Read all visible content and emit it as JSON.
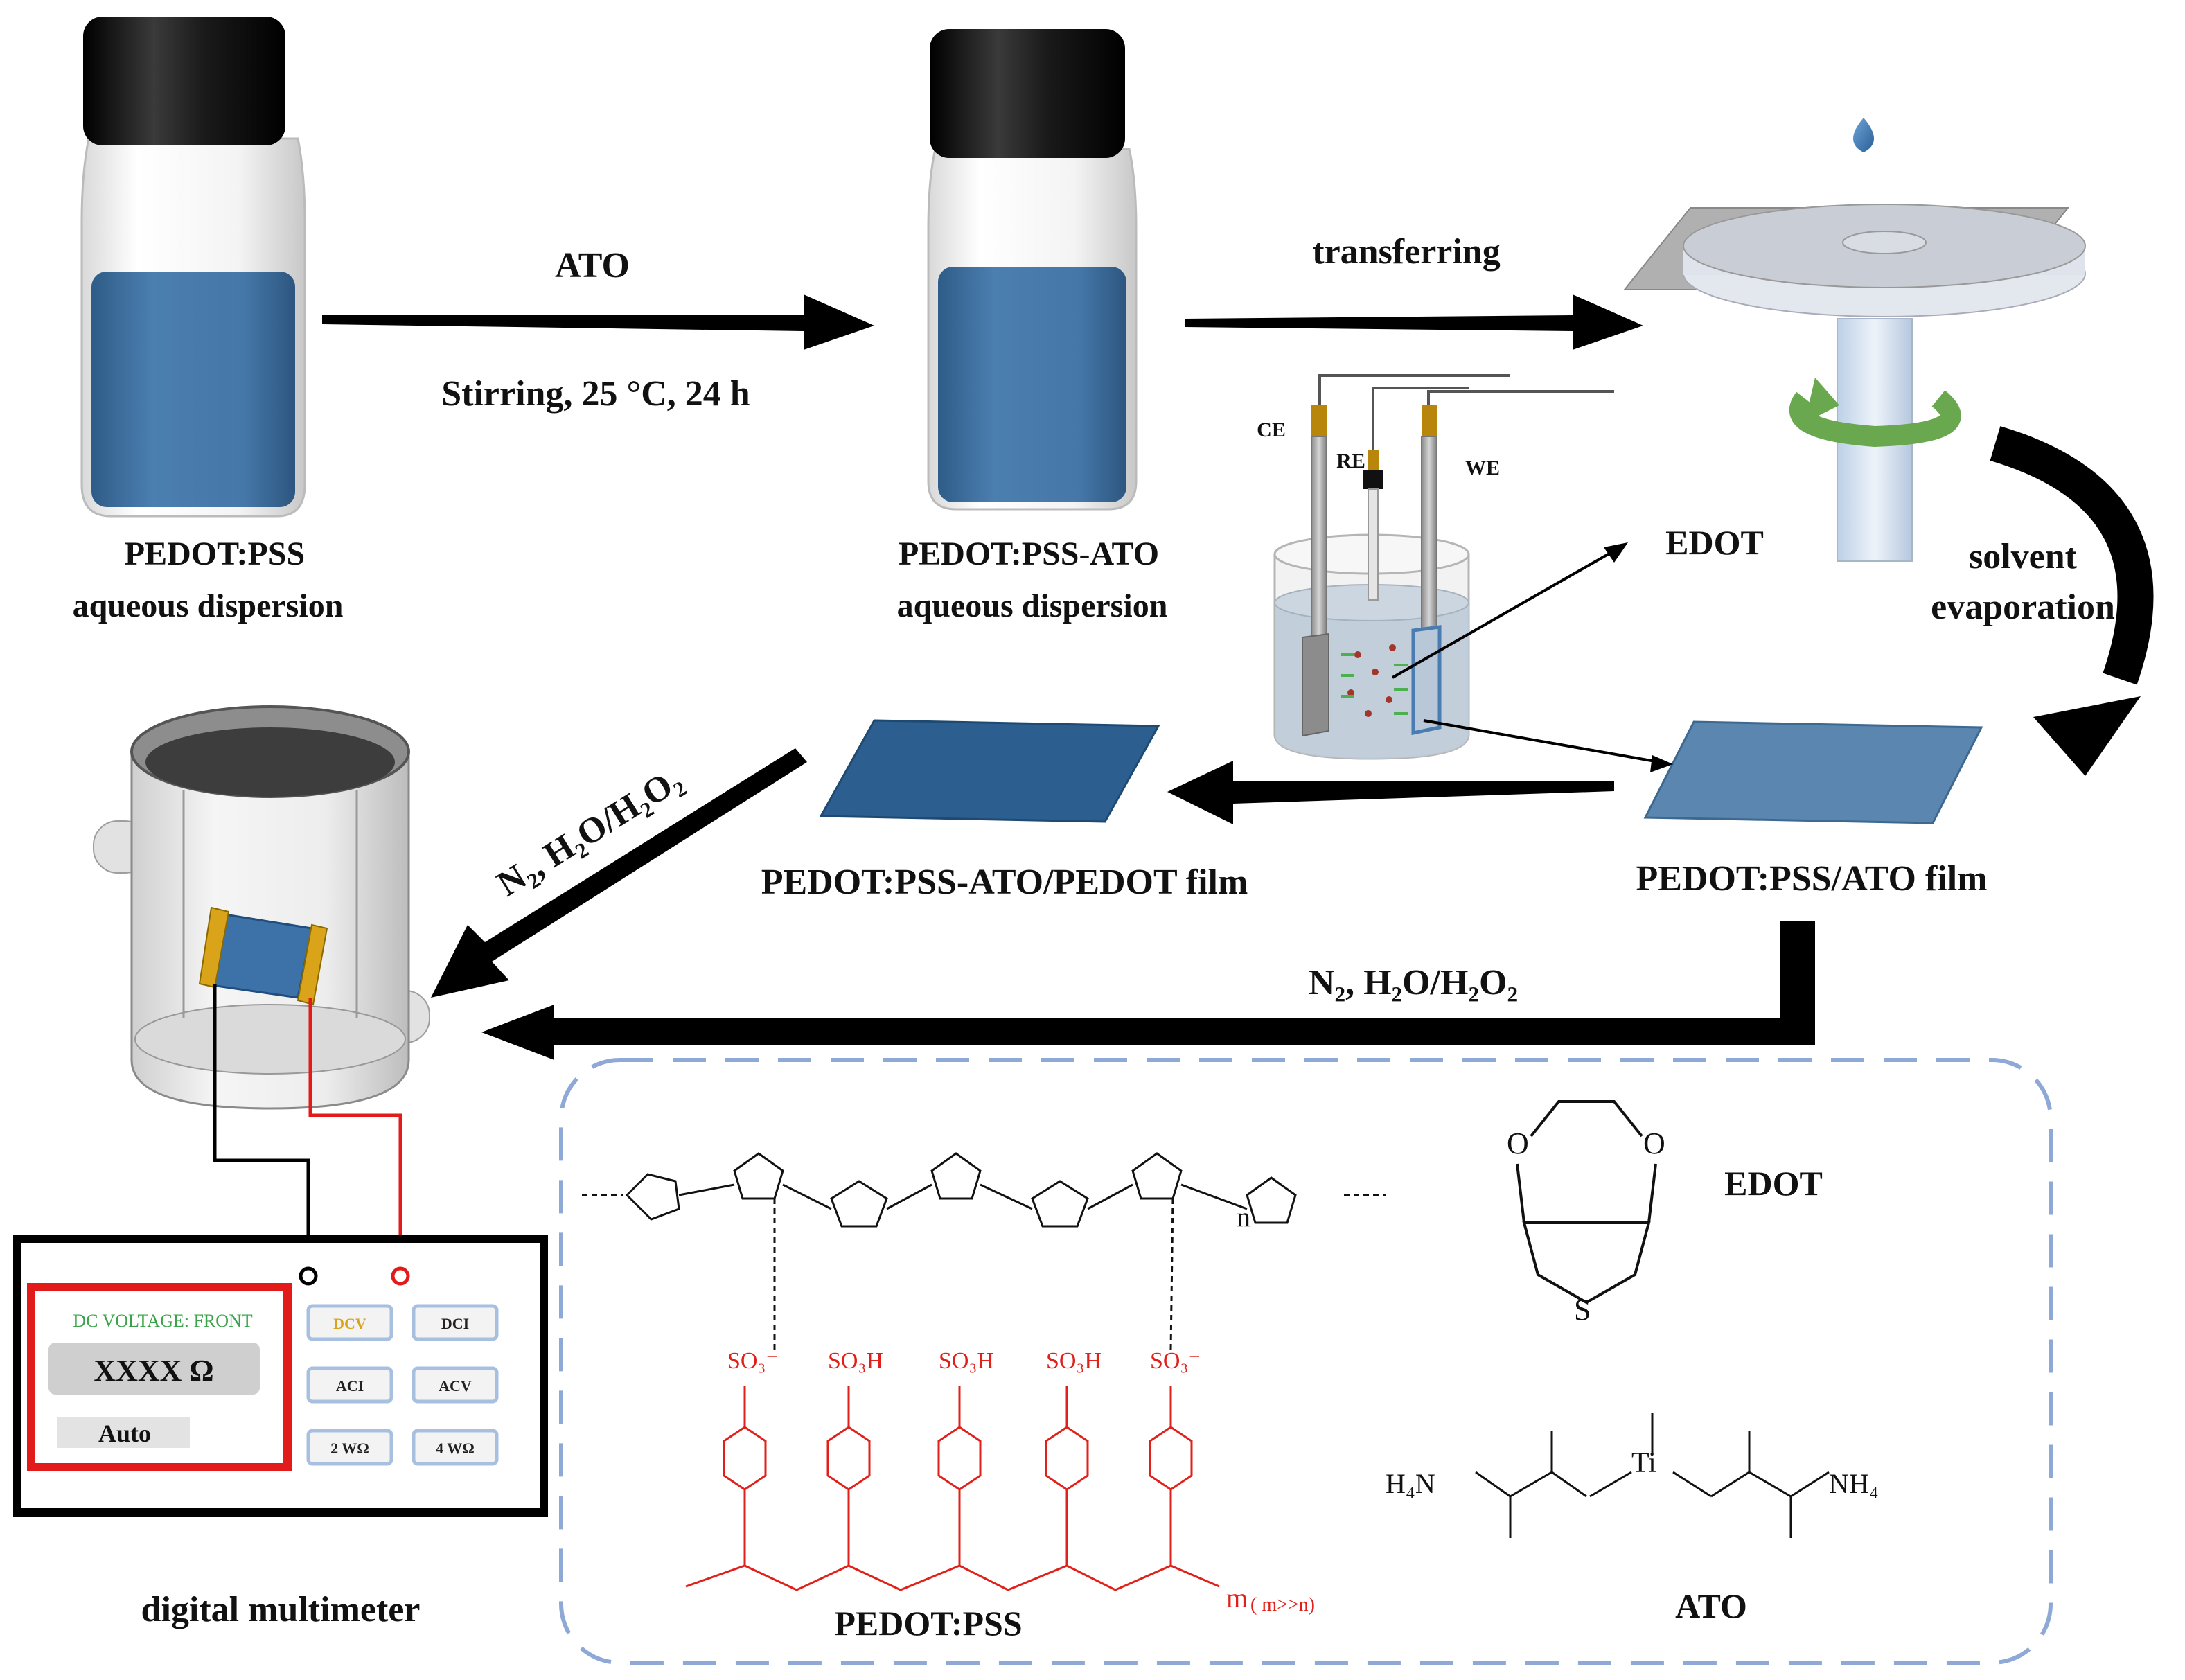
{
  "labels": {
    "vial1": [
      "PEDOT:PSS",
      "aqueous dispersion"
    ],
    "vial2": [
      "PEDOT:PSS-ATO",
      "aqueous dispersion"
    ],
    "arrow1_top": "ATO",
    "arrow1_bottom": "Stirring, 25 °C, 24 h",
    "arrow2_top": "transferring",
    "solvent": [
      "solvent",
      "evaporation"
    ],
    "edot_arrow": "EDOT",
    "film1": "PEDOT:PSS/ATO film",
    "film2": "PEDOT:PSS-ATO/PEDOT film",
    "n2_arrow": "N₂, H₂O/H₂O₂",
    "n2_diag": "N₂, H₂O/H₂O₂",
    "multimeter": "digital multimeter",
    "cell": {
      "ce": "CE",
      "re": "RE",
      "we": "WE"
    }
  },
  "multimeter": {
    "display_title": "DC VOLTAGE: FRONT",
    "reading": "XXXX Ω",
    "mode": "Auto",
    "buttons": [
      "DCV",
      "DCI",
      "ACI",
      "ACV",
      "2 WΩ",
      "4 WΩ"
    ]
  },
  "chemistry": {
    "pedot_pss_label": "PEDOT:PSS",
    "repeat_n": "n",
    "repeat_m": "m",
    "m_note": "( m>>n)",
    "groups": [
      "SO₃⁻",
      "SO₃H",
      "SO₃H",
      "SO₃H",
      "SO₃⁻"
    ],
    "edot_label": "EDOT",
    "ato_label": "ATO",
    "ato_nh4_left": "H₄N",
    "ato_nh4_right": "NH₄",
    "ato_ti": "Ti"
  },
  "colors": {
    "liquid": "#3f6f9e",
    "cap": "#111111",
    "arrow": "#000000",
    "film_dark": "#2c5f8f",
    "film_light": "#5a86b0",
    "dashed_border": "#8fa9d6",
    "display_border": "#e21a1a",
    "pss_red": "#e0201a",
    "green_spin": "#6aa84f"
  }
}
